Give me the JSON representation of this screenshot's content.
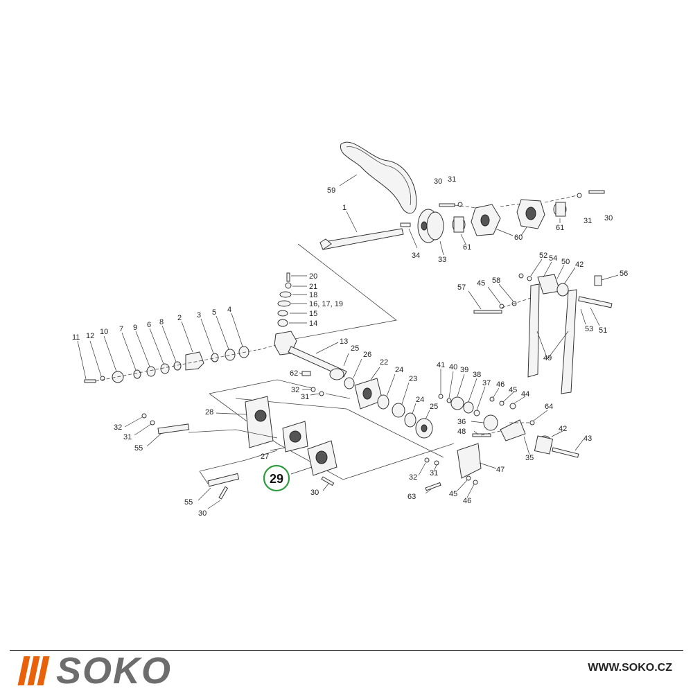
{
  "labels": [
    {
      "id": "59",
      "text": "59"
    },
    {
      "id": "30a",
      "text": "30"
    },
    {
      "id": "31a",
      "text": "31"
    },
    {
      "id": "1",
      "text": "1"
    },
    {
      "id": "34",
      "text": "34"
    },
    {
      "id": "33",
      "text": "33"
    },
    {
      "id": "61a",
      "text": "61"
    },
    {
      "id": "60",
      "text": "60"
    },
    {
      "id": "61b",
      "text": "61"
    },
    {
      "id": "31b",
      "text": "31"
    },
    {
      "id": "30b",
      "text": "30"
    },
    {
      "id": "20",
      "text": "20"
    },
    {
      "id": "21",
      "text": "21"
    },
    {
      "id": "18",
      "text": "18"
    },
    {
      "id": "16",
      "text": "16, 17, 19"
    },
    {
      "id": "15",
      "text": "15"
    },
    {
      "id": "14",
      "text": "14"
    },
    {
      "id": "13",
      "text": "13"
    },
    {
      "id": "25a",
      "text": "25"
    },
    {
      "id": "26",
      "text": "26"
    },
    {
      "id": "22",
      "text": "22"
    },
    {
      "id": "24a",
      "text": "24"
    },
    {
      "id": "23",
      "text": "23"
    },
    {
      "id": "24b",
      "text": "24"
    },
    {
      "id": "25b",
      "text": "25"
    },
    {
      "id": "62",
      "text": "62"
    },
    {
      "id": "32a",
      "text": "32"
    },
    {
      "id": "31c",
      "text": "31"
    },
    {
      "id": "11",
      "text": "11"
    },
    {
      "id": "12",
      "text": "12"
    },
    {
      "id": "10",
      "text": "10"
    },
    {
      "id": "7",
      "text": "7"
    },
    {
      "id": "9",
      "text": "9"
    },
    {
      "id": "6",
      "text": "6"
    },
    {
      "id": "8",
      "text": "8"
    },
    {
      "id": "2",
      "text": "2"
    },
    {
      "id": "3",
      "text": "3"
    },
    {
      "id": "5",
      "text": "5"
    },
    {
      "id": "4",
      "text": "4"
    },
    {
      "id": "52",
      "text": "52"
    },
    {
      "id": "54",
      "text": "54"
    },
    {
      "id": "50",
      "text": "50"
    },
    {
      "id": "42a",
      "text": "42"
    },
    {
      "id": "56",
      "text": "56"
    },
    {
      "id": "57",
      "text": "57"
    },
    {
      "id": "45a",
      "text": "45"
    },
    {
      "id": "58",
      "text": "58"
    },
    {
      "id": "53",
      "text": "53"
    },
    {
      "id": "51",
      "text": "51"
    },
    {
      "id": "49",
      "text": "49"
    },
    {
      "id": "41",
      "text": "41"
    },
    {
      "id": "40",
      "text": "40"
    },
    {
      "id": "39",
      "text": "39"
    },
    {
      "id": "38",
      "text": "38"
    },
    {
      "id": "37",
      "text": "37"
    },
    {
      "id": "46a",
      "text": "46"
    },
    {
      "id": "45b",
      "text": "45"
    },
    {
      "id": "44",
      "text": "44"
    },
    {
      "id": "36",
      "text": "36"
    },
    {
      "id": "48",
      "text": "48"
    },
    {
      "id": "64",
      "text": "64"
    },
    {
      "id": "42b",
      "text": "42"
    },
    {
      "id": "43",
      "text": "43"
    },
    {
      "id": "35",
      "text": "35"
    },
    {
      "id": "47",
      "text": "47"
    },
    {
      "id": "32b",
      "text": "32"
    },
    {
      "id": "31d",
      "text": "31"
    },
    {
      "id": "63",
      "text": "63"
    },
    {
      "id": "45c",
      "text": "45"
    },
    {
      "id": "46b",
      "text": "46"
    },
    {
      "id": "28",
      "text": "28"
    },
    {
      "id": "27",
      "text": "27"
    },
    {
      "id": "32c",
      "text": "32"
    },
    {
      "id": "31e",
      "text": "31"
    },
    {
      "id": "55a",
      "text": "55"
    },
    {
      "id": "55b",
      "text": "55"
    },
    {
      "id": "30c",
      "text": "30"
    },
    {
      "id": "30d",
      "text": "30"
    }
  ],
  "highlight": {
    "text": "29",
    "color": "#2e9c3e"
  },
  "brand": {
    "name": "SOKO",
    "accent_color": "#e8620c",
    "name_color": "#6d6d6d"
  },
  "site_url": "WWW.SOKO.CZ"
}
